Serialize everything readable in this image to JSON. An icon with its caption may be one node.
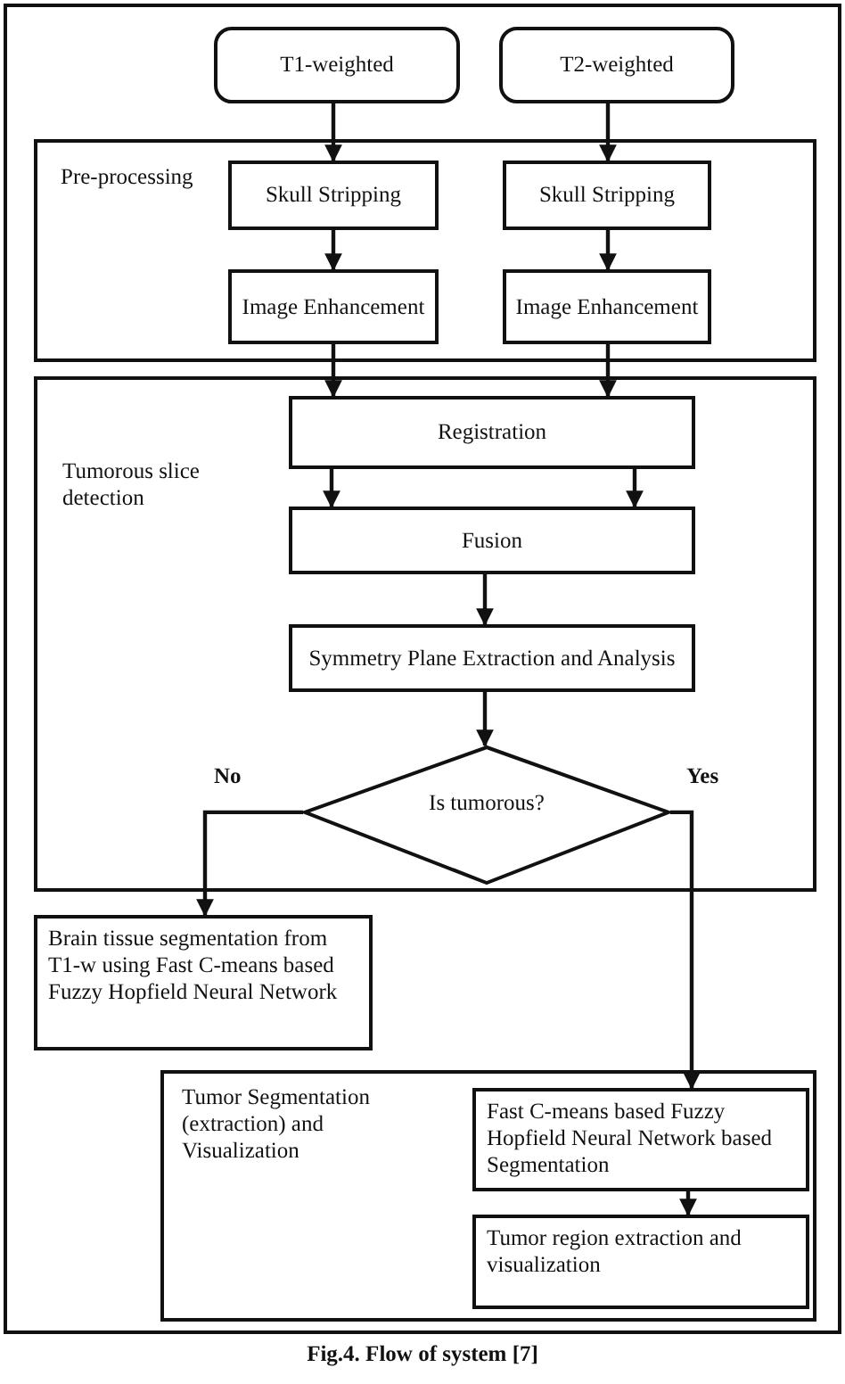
{
  "diagram": {
    "caption": "Fig.4. Flow of system [7]",
    "nodes": [
      {
        "text": [
          "T1-weighted"
        ]
      },
      {
        "text": [
          "T2-weighted"
        ]
      },
      {
        "text": [
          "Pre-processing"
        ]
      },
      {
        "text": [
          "Skull Stripping"
        ],
        "in": 2
      },
      {
        "text": [
          "Skull Stripping"
        ],
        "in": 2
      },
      {
        "text": [
          "Image Enhancement"
        ],
        "in": 2
      },
      {
        "text": [
          "Image Enhancement"
        ],
        "in": 2
      },
      {
        "text": [
          "Tumorous slice detection"
        ]
      },
      {
        "text": [
          "Registration"
        ],
        "in": 7
      },
      {
        "text": [
          "Fusion"
        ],
        "in": 7
      },
      {
        "text": [
          "Symmetry Plane Extraction and Analysis"
        ],
        "in": 7
      },
      {
        "text": [
          "Is tumorous?"
        ],
        "in": 7
      },
      {
        "text": [
          "Brain tissue segmentation from T1-w using Fast C-means based Fuzzy Hopfield Neural Network"
        ]
      },
      {
        "text": [
          "Tumor Segmentation (extraction) and Visualization"
        ]
      },
      {
        "text": [
          "Fast C-means based Fuzzy Hopfield Neural Network based Segmentation"
        ],
        "in": 13
      },
      {
        "text": [
          "Tumor region extraction and visualization"
        ],
        "in": 13
      }
    ],
    "edges": [
      {
        "from": 0,
        "to": 3,
        "arrow": "to"
      },
      {
        "from": 1,
        "to": 4,
        "arrow": "to"
      },
      {
        "from": 3,
        "to": 5,
        "arrow": "to"
      },
      {
        "from": 4,
        "to": 6,
        "arrow": "to"
      },
      {
        "from": 5,
        "to": 8,
        "arrow": "to"
      },
      {
        "from": 6,
        "to": 8,
        "arrow": "to"
      },
      {
        "from": 8,
        "to": 9,
        "arrow": "to"
      },
      {
        "from": 8,
        "to": 9,
        "arrow": "to"
      },
      {
        "from": 9,
        "to": 10,
        "arrow": "to"
      },
      {
        "from": 10,
        "to": 11,
        "arrow": "to"
      },
      {
        "from": 11,
        "to": 12,
        "arrow": "to",
        "label": "No"
      },
      {
        "from": 11,
        "to": 14,
        "arrow": "to",
        "label": "Yes"
      },
      {
        "from": 14,
        "to": 15,
        "arrow": "to"
      }
    ]
  }
}
